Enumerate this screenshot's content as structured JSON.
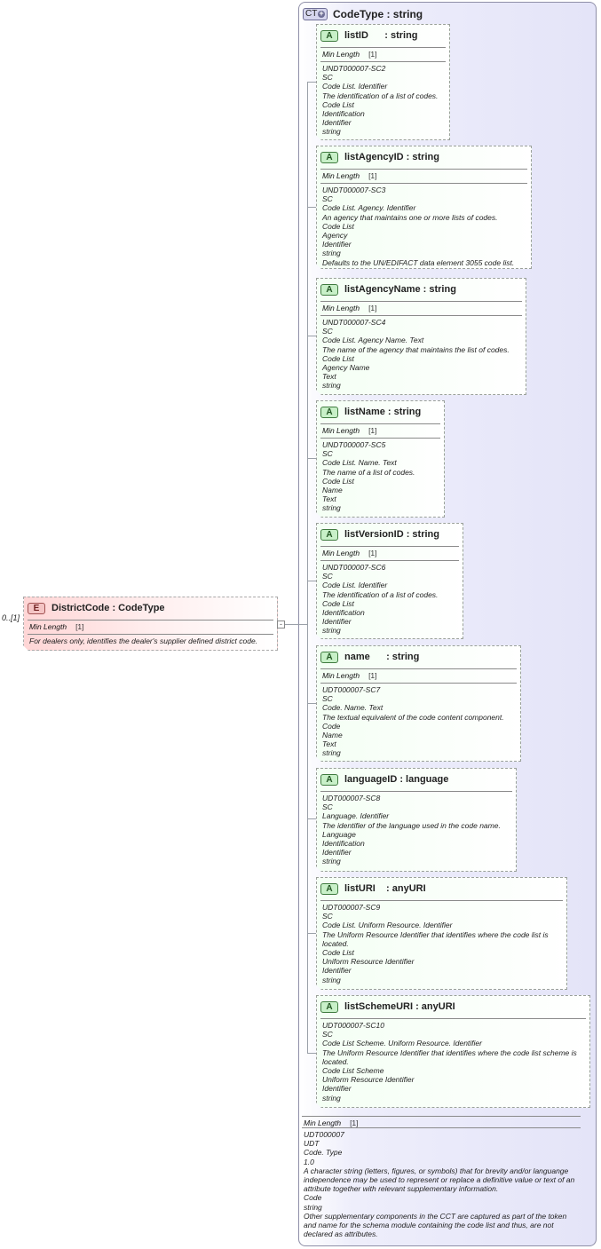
{
  "complex_type": {
    "badge": "CT",
    "title": "CodeType : string"
  },
  "element": {
    "badge": "E",
    "title": "DistrictCode : CodeType",
    "occurrence": "0..[1]",
    "facet_label": "Min Length",
    "facet_value": "[1]",
    "documentation": "For dealers only, identifies the dealer's supplier defined district code."
  },
  "attributes": [
    {
      "name": "listID      : string",
      "facet_label": "Min Length",
      "facet_value": "[1]",
      "doc": [
        "UNDT000007-SC2",
        "SC",
        "Code List. Identifier",
        "The identification of a list of codes.",
        "Code List",
        "Identification",
        "Identifier",
        "string"
      ]
    },
    {
      "name": "listAgencyID : string",
      "facet_label": "Min Length",
      "facet_value": "[1]",
      "doc": [
        "UNDT000007-SC3",
        "SC",
        "Code List. Agency. Identifier",
        "An agency that maintains one or more lists of codes.",
        "Code List",
        "Agency",
        "Identifier",
        "string",
        "Defaults to the UN/EDIFACT data element 3055 code list."
      ]
    },
    {
      "name": "listAgencyName : string",
      "facet_label": "Min Length",
      "facet_value": "[1]",
      "doc": [
        "UNDT000007-SC4",
        "SC",
        "Code List. Agency Name. Text",
        "The name of the agency that maintains the list of codes.",
        "Code List",
        "Agency Name",
        "Text",
        "string"
      ]
    },
    {
      "name": "listName : string",
      "facet_label": "Min Length",
      "facet_value": "[1]",
      "doc": [
        "UNDT000007-SC5",
        "SC",
        "Code List. Name. Text",
        "The name of a list of codes.",
        "Code List",
        "Name",
        "Text",
        "string"
      ]
    },
    {
      "name": "listVersionID : string",
      "facet_label": "Min Length",
      "facet_value": "[1]",
      "doc": [
        "UNDT000007-SC6",
        "SC",
        "Code List. Identifier",
        "The identification of a list of codes.",
        "Code List",
        "Identification",
        "Identifier",
        "string"
      ]
    },
    {
      "name": "name      : string",
      "facet_label": "Min Length",
      "facet_value": "[1]",
      "doc": [
        "UDT000007-SC7",
        "SC",
        "Code. Name. Text",
        "The textual equivalent of the code content component.",
        "Code",
        "Name",
        "Text",
        "string"
      ]
    },
    {
      "name": "languageID : language",
      "doc": [
        "UDT000007-SC8",
        "SC",
        "Language. Identifier",
        "The identifier of the language used in the code name.",
        "Language",
        "Identification",
        "Identifier",
        "string"
      ]
    },
    {
      "name": "listURI    : anyURI",
      "doc": [
        "UDT000007-SC9",
        "SC",
        "Code List. Uniform Resource. Identifier",
        "The Uniform Resource Identifier that identifies where the code list is located.",
        "Code List",
        "Uniform Resource Identifier",
        "Identifier",
        "string"
      ]
    },
    {
      "name": "listSchemeURI : anyURI",
      "doc": [
        "UDT000007-SC10",
        "SC",
        "Code List Scheme. Uniform Resource. Identifier",
        "The Uniform Resource Identifier that identifies where the code list scheme is located.",
        "Code List Scheme",
        "Uniform Resource Identifier",
        "Identifier",
        "string"
      ]
    }
  ],
  "footer": {
    "facet_label": "Min Length",
    "facet_value": "[1]",
    "doc": [
      "UDT000007",
      "UDT",
      "Code. Type",
      "1.0",
      "A character string (letters, figures, or symbols) that for brevity and/or languange independence may be used to represent or replace a definitive value or text of an attribute together with relevant supplementary information.",
      "Code",
      "string",
      "Other supplementary components in the CCT are captured as part of the token and name for the schema module containing the code list and thus, are not declared as attributes."
    ]
  }
}
